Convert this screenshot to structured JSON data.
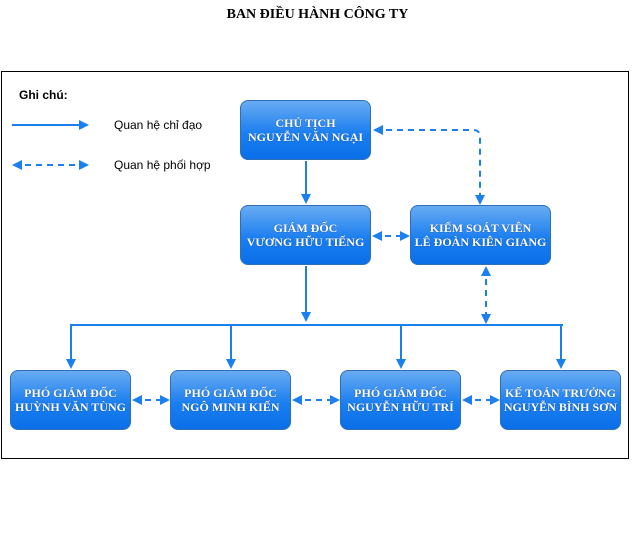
{
  "title": "BAN ĐIỀU HÀNH CÔNG TY",
  "legend": {
    "heading": "Ghi chú:",
    "solid_label": "Quan hệ chỉ đạo",
    "dashed_label": "Quan hệ phối hợp"
  },
  "nodes": {
    "chairman": {
      "role": "CHỦ TỊCH",
      "name": "NGUYỄN VĂN NGẠI"
    },
    "director": {
      "role": "GIÁM ĐỐC",
      "name": "VƯƠNG HỮU TIẾNG"
    },
    "supervisor": {
      "role": "KIỂM SOÁT VIÊN",
      "name": "LÊ ĐOÀN KIÊN GIANG"
    },
    "deputy1": {
      "role": "PHÓ GIÁM ĐỐC",
      "name": "HUỲNH VĂN TÙNG"
    },
    "deputy2": {
      "role": "PHÓ GIÁM ĐỐC",
      "name": "NGÔ MINH KIẾN"
    },
    "deputy3": {
      "role": "PHÓ GIÁM ĐỐC",
      "name": "NGUYỄN HỮU TRÍ"
    },
    "accountant": {
      "role": "KẾ TOÁN TRƯỞNG",
      "name": "NGUYỄN BÌNH SƠN"
    }
  },
  "colors": {
    "node_top": "#68abf2",
    "node_bottom": "#0a6fe8",
    "connector": "#1b7ff0"
  }
}
